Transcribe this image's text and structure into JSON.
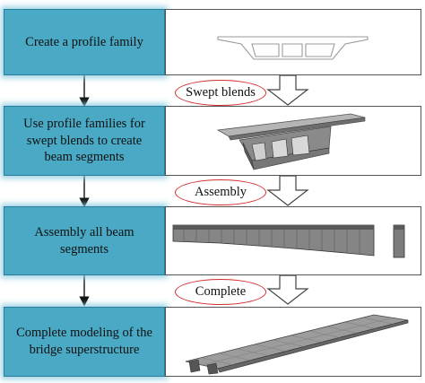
{
  "steps": [
    {
      "label": "Create a profile family"
    },
    {
      "label": "Use profile families for swept blends to create beam segments"
    },
    {
      "label": "Assembly all beam segments"
    },
    {
      "label": "Complete modeling of the bridge superstructure"
    }
  ],
  "transitions": [
    {
      "label": "Swept blends"
    },
    {
      "label": "Assembly"
    },
    {
      "label": "Complete"
    }
  ],
  "colors": {
    "step_fill": "#4aa9c5",
    "step_glow": "#8ccde1",
    "oval_stroke": "#d22d2d",
    "arrow": "#111111",
    "model_gray": "#8a8a8a"
  }
}
